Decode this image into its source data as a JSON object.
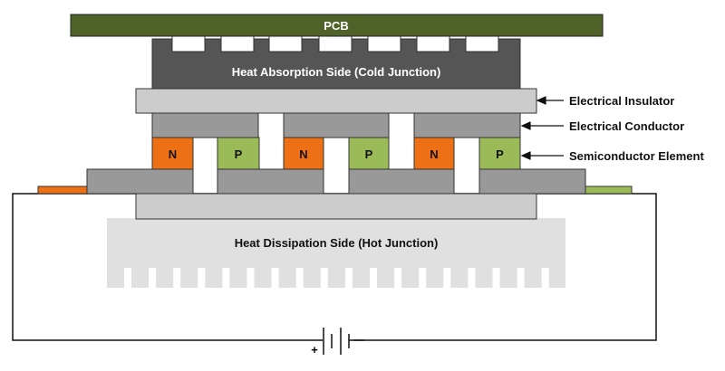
{
  "title_pcb": "PCB",
  "cold_side": "Heat Absorption Side (Cold Junction)",
  "hot_side": "Heat Dissipation Side (Hot Junction)",
  "callouts": {
    "insulator": "Electrical Insulator",
    "conductor": "Electrical Conductor",
    "semiconductor": "Semiconductor Element"
  },
  "elements": [
    "N",
    "P",
    "N",
    "P",
    "N",
    "P"
  ],
  "battery_polarity": "+",
  "colors": {
    "pcb": "#4f6228",
    "cold": "#555555",
    "insulator": "#cccccc",
    "conductor": "#999999",
    "n_type": "#ed7014",
    "p_type": "#9bbb59",
    "heatsink": "#e0e0e0"
  }
}
